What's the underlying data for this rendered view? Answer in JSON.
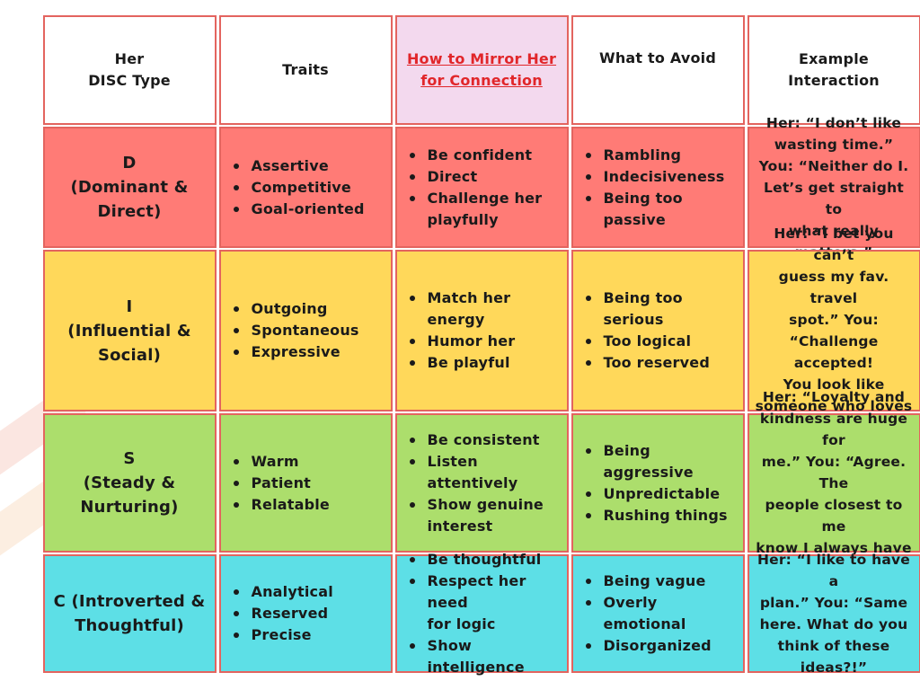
{
  "headers": {
    "type": "Her\nDISC Type",
    "traits": "Traits",
    "mirror": "How to Mirror Her\nfor Connection",
    "avoid": "What to Avoid",
    "example": "Example\nInteraction"
  },
  "rows": [
    {
      "type": "D\n(Dominant &\nDirect)",
      "traits": [
        "Assertive",
        "Competitive",
        "Goal-oriented"
      ],
      "mirror": [
        "Be confident",
        "Direct",
        "Challenge her\nplayfully"
      ],
      "avoid": [
        "Rambling",
        "Indecisiveness",
        "Being too passive"
      ],
      "example": "Her: “I don’t like\nwasting time.”\nYou: “Neither do I.\nLet’s get straight to\nwhat really matters.”"
    },
    {
      "type": "I\n(Influential &\nSocial)",
      "traits": [
        "Outgoing",
        "Spontaneous",
        "Expressive"
      ],
      "mirror": [
        "Match her energy",
        "Humor her",
        "Be playful"
      ],
      "avoid": [
        "Being too serious",
        "Too logical",
        "Too reserved"
      ],
      "example": "Her: “I bet you can’t\nguess my fav. travel\nspot.” You:\n“Challenge accepted!\nYou look like\nsomeone who loves\nadventure—Bali?”"
    },
    {
      "type": "S\n(Steady &\nNurturing)",
      "traits": [
        "Warm",
        "Patient",
        "Relatable"
      ],
      "mirror": [
        "Be consistent",
        "Listen attentively",
        "Show genuine\ninterest"
      ],
      "avoid": [
        "Being aggressive",
        "Unpredictable",
        "Rushing things"
      ],
      "example": "Her: “Loyalty and\nkindness are huge for\nme.” You: “Agree. The\npeople closest to me\nknow I always have\ntheir back.”"
    },
    {
      "type": "C (Introverted &\nThoughtful)",
      "traits": [
        "Analytical",
        "Reserved",
        "Precise"
      ],
      "mirror": [
        "Be thoughtful",
        "Respect her need\nfor logic",
        "Show intelligence"
      ],
      "avoid": [
        "Being vague",
        "Overly emotional",
        "Disorganized"
      ],
      "example": "Her: “I like to have a\nplan.” You: “Same\nhere. What do you\nthink of these\nideas?!”"
    }
  ],
  "colors": {
    "border": "#e3645f",
    "d_row": "#ff7b76",
    "i_row": "#ffd85a",
    "s_row": "#acde6c",
    "c_row": "#5ddfe6",
    "mirror_header_bg": "#f3d9ee",
    "mirror_header_text": "#e1262a"
  }
}
